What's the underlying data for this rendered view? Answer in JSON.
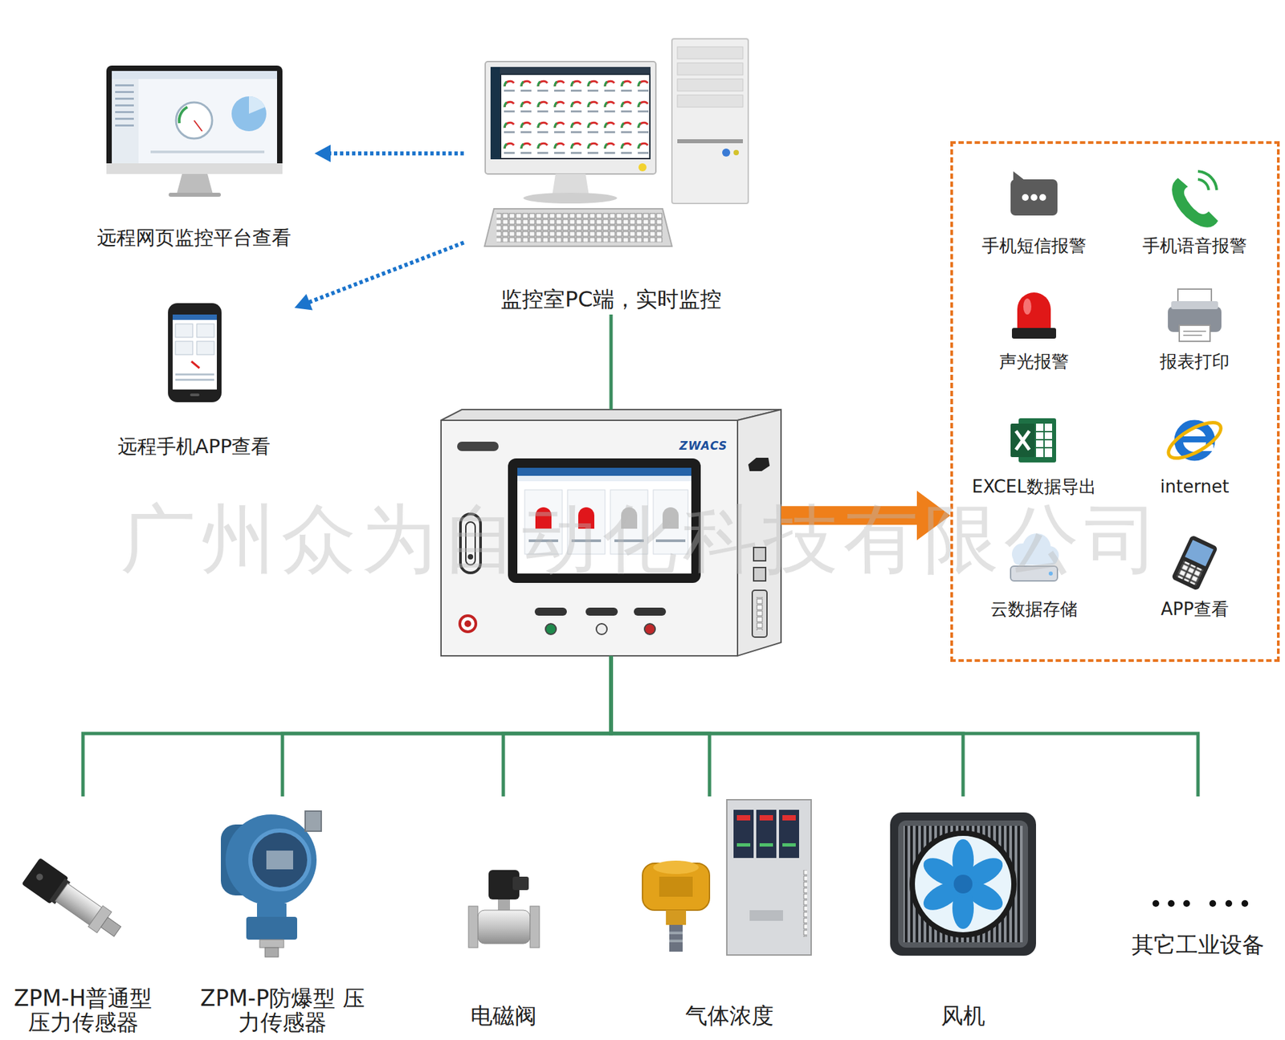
{
  "diagram": {
    "nodes": [
      {
        "text": [
          "远程网页监控平台查看"
        ]
      },
      {
        "text": [
          "监控室PC端，实时监控"
        ]
      },
      {
        "text": [
          "远程手机APP查看"
        ]
      },
      {
        "text": []
      },
      {
        "text": [
          "手机短信报警"
        ],
        "in": 3
      },
      {
        "text": [
          "手机语音报警"
        ],
        "in": 3
      },
      {
        "text": [
          "声光报警"
        ],
        "in": 3
      },
      {
        "text": [
          "报表打印"
        ],
        "in": 3
      },
      {
        "text": [
          "EXCEL数据导出"
        ],
        "in": 3
      },
      {
        "text": [
          "internet"
        ],
        "in": 3
      },
      {
        "text": [
          "云数据存储"
        ],
        "in": 3
      },
      {
        "text": [
          "APP查看"
        ],
        "in": 3
      },
      {
        "text": [
          "ZWACS"
        ]
      },
      {
        "text": [
          "ZPM-H普通型 压力传感器"
        ]
      },
      {
        "text": [
          "ZPM-P防爆型 压力传感器"
        ]
      },
      {
        "text": [
          "电磁阀"
        ]
      },
      {
        "text": [
          "气体浓度"
        ]
      },
      {
        "text": [
          "风机"
        ]
      },
      {
        "text": [
          "其它工业设备"
        ]
      }
    ],
    "edges": [
      {
        "from": 1,
        "to": 0,
        "arrow": "to"
      },
      {
        "from": 1,
        "to": 2,
        "arrow": "to"
      },
      {
        "from": 1,
        "to": 12,
        "arrow": "none"
      },
      {
        "from": 12,
        "to": 3,
        "arrow": "to"
      },
      {
        "from": 12,
        "to": 13,
        "arrow": "none"
      },
      {
        "from": 12,
        "to": 14,
        "arrow": "none"
      },
      {
        "from": 12,
        "to": 15,
        "arrow": "none"
      },
      {
        "from": 12,
        "to": 16,
        "arrow": "none"
      },
      {
        "from": 12,
        "to": 17,
        "arrow": "none"
      },
      {
        "from": 12,
        "to": 18,
        "arrow": "none"
      }
    ],
    "labels": [
      "广州众为自动化科技有限公司"
    ]
  }
}
